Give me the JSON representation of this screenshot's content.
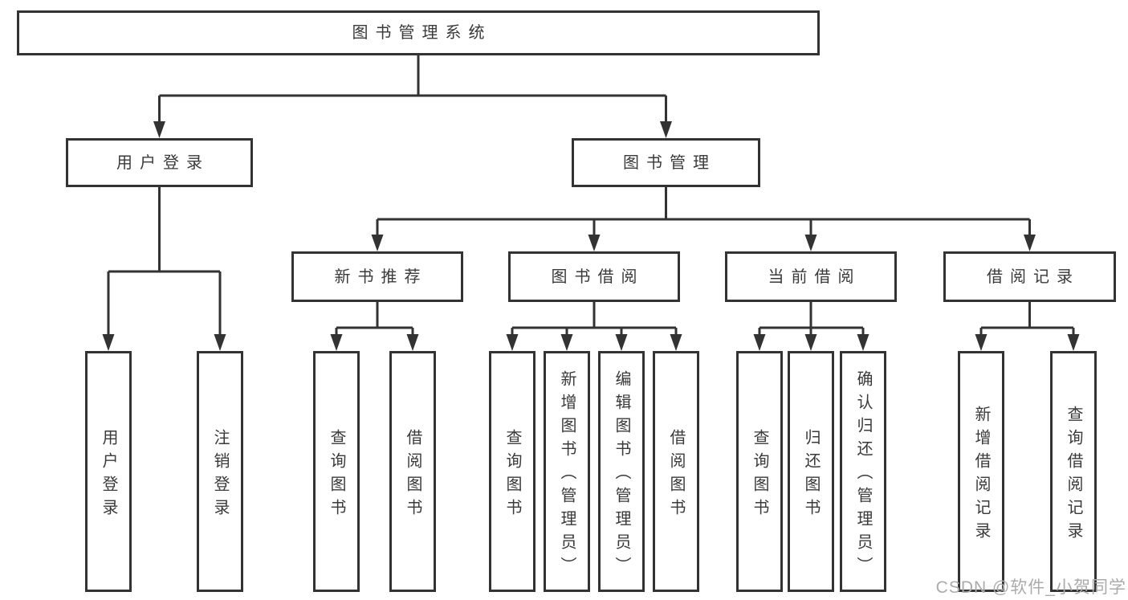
{
  "diagram": {
    "root": {
      "label": "图书管理系统"
    },
    "branches": [
      {
        "label": "用户登录",
        "children": [
          {
            "label": "用户登录"
          },
          {
            "label": "注销登录"
          }
        ]
      },
      {
        "label": "图书管理",
        "children": [
          {
            "label": "新书推荐",
            "children": [
              {
                "label": "查询图书"
              },
              {
                "label": "借阅图书"
              }
            ]
          },
          {
            "label": "图书借阅",
            "children": [
              {
                "label": "查询图书"
              },
              {
                "label": "新增图书（管理员）"
              },
              {
                "label": "编辑图书（管理员）"
              },
              {
                "label": "借阅图书"
              }
            ]
          },
          {
            "label": "当前借阅",
            "children": [
              {
                "label": "查询图书"
              },
              {
                "label": "归还图书"
              },
              {
                "label": "确认归还（管理员）"
              }
            ]
          },
          {
            "label": "借阅记录",
            "children": [
              {
                "label": "新增借阅记录"
              },
              {
                "label": "查询借阅记录"
              }
            ]
          }
        ]
      }
    ]
  },
  "watermark": {
    "text": "CSDN @软件_小贺同学"
  },
  "colors": {
    "line": "#333333",
    "box_border": "#333333",
    "text": "#3a3a3a",
    "watermark": "#ababab",
    "background": "#ffffff"
  }
}
